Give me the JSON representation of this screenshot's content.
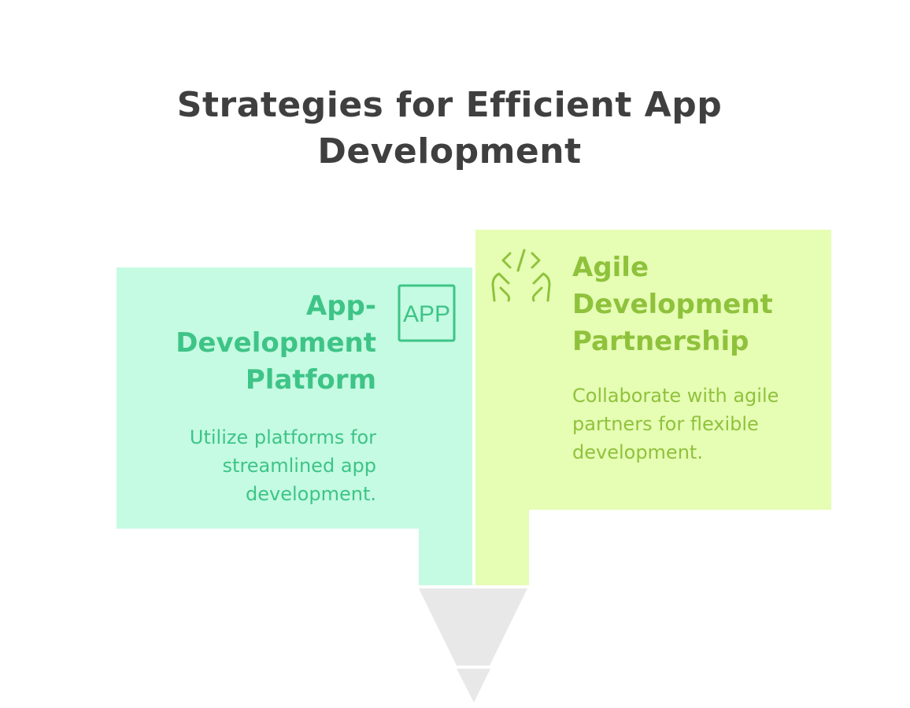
{
  "title": "Strategies for Efficient App Development",
  "cards": [
    {
      "title": "App-Development Platform",
      "description": "Utilize platforms for streamlined app development.",
      "icon": "app-icon",
      "icon_text": "APP",
      "color": "#3ec487",
      "fill": "#c5fbe2"
    },
    {
      "title": "Agile Development Partnership",
      "description": "Collaborate with agile partners for flexible development.",
      "icon": "code-hands-icon",
      "color": "#8fc23c",
      "fill": "#e6fdb4"
    }
  ],
  "funnel_color": "#e8e8e8"
}
